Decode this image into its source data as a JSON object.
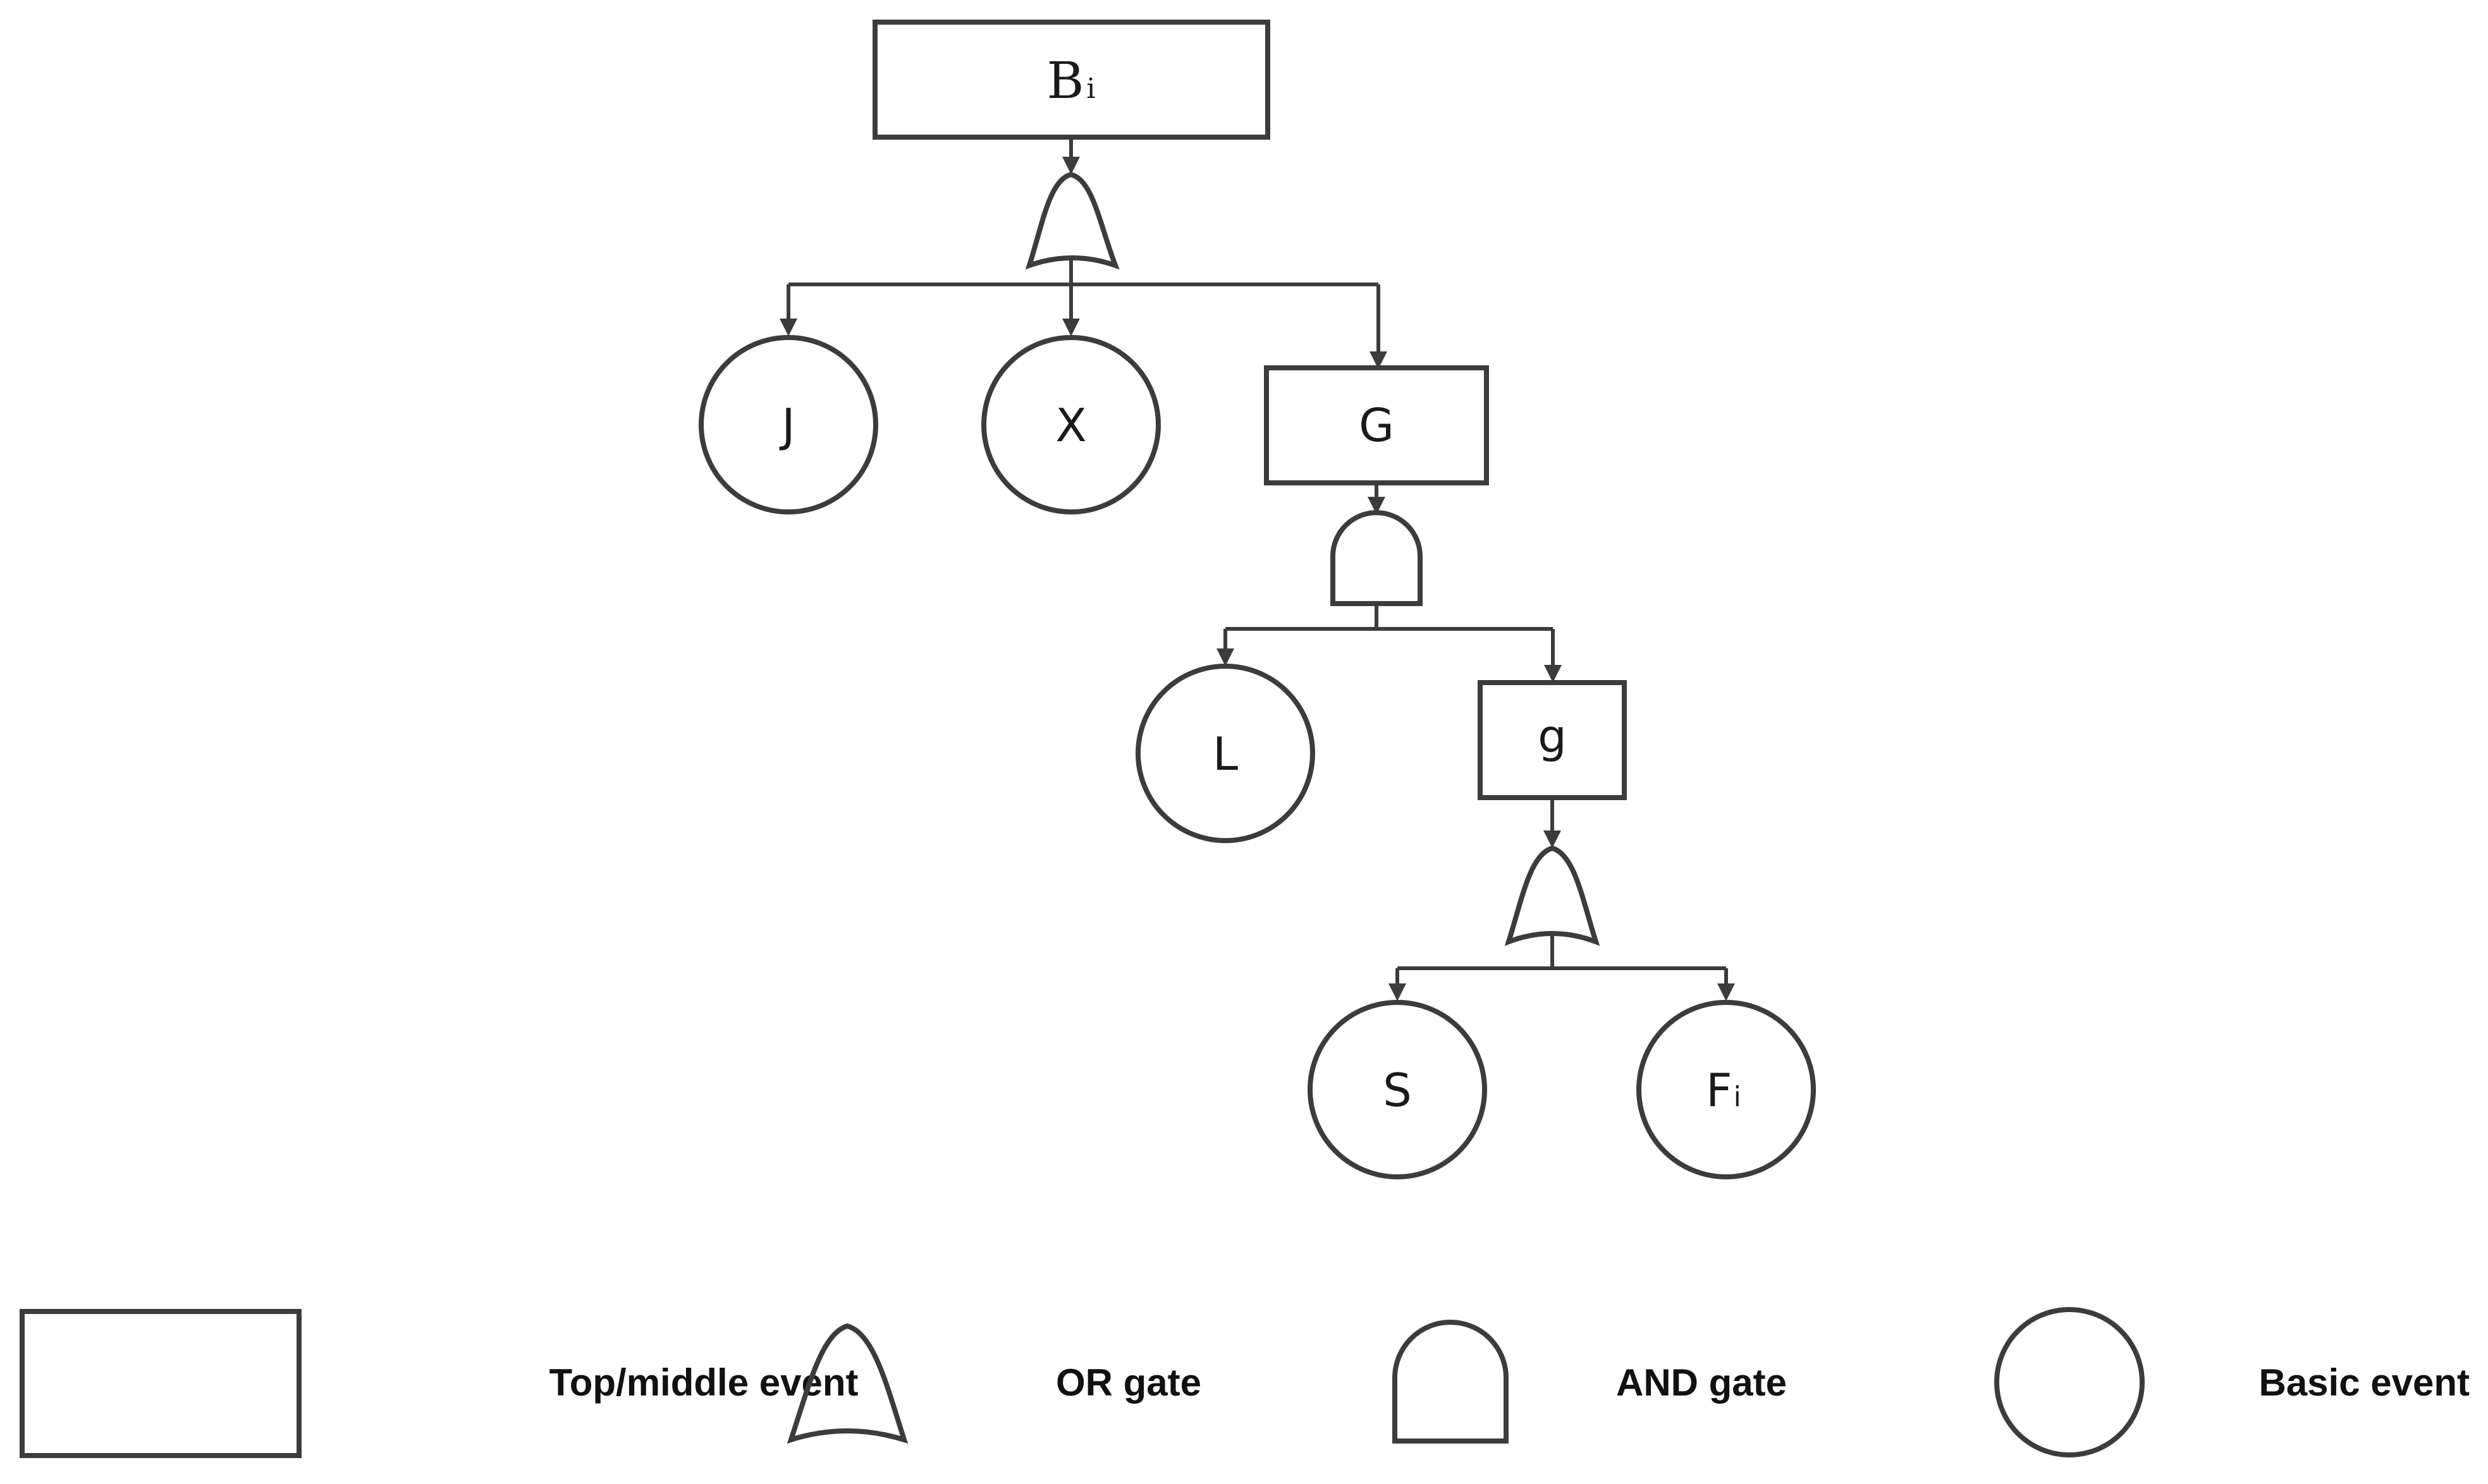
{
  "nodes": {
    "top": {
      "main": "B",
      "sub": "i"
    },
    "j": "J",
    "x": "X",
    "g_upper": "G",
    "l": "L",
    "g_lower": "g",
    "s": "S",
    "f": {
      "main": "F",
      "sub": "i"
    }
  },
  "legend": {
    "rect": "Top/middle event",
    "or": "OR gate",
    "and": "AND gate",
    "circle": "Basic event"
  }
}
